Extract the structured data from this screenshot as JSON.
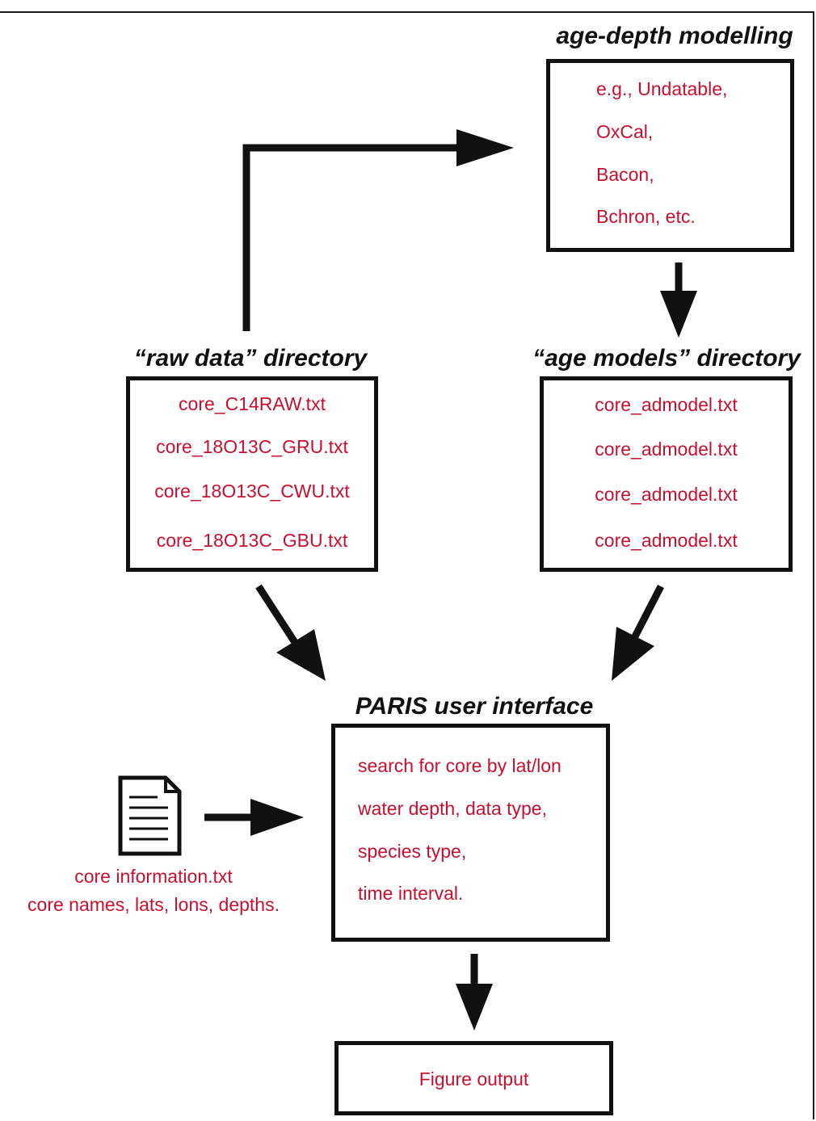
{
  "age_depth": {
    "title": "age-depth modelling",
    "items": [
      "e.g., Undatable,",
      "OxCal,",
      "Bacon,",
      "Bchron, etc."
    ]
  },
  "raw_data": {
    "title": "“raw data” directory",
    "files": [
      "core_C14RAW.txt",
      "core_18O13C_GRU.txt",
      "core_18O13C_CWU.txt",
      "core_18O13C_GBU.txt"
    ]
  },
  "age_models": {
    "title": "“age models” directory",
    "files": [
      "core_admodel.txt",
      "core_admodel.txt",
      "core_admodel.txt",
      "core_admodel.txt"
    ]
  },
  "paris": {
    "title": "PARIS user interface",
    "items": [
      "search for core by lat/lon",
      "water depth, data type,",
      "species type,",
      "time interval."
    ]
  },
  "core_info": {
    "filename": "core information.txt",
    "description": "core names, lats, lons, depths.",
    "icon": "document-icon"
  },
  "figure_output": {
    "label": "Figure output"
  },
  "colors": {
    "text_red": "#c8102e",
    "stroke": "#111111"
  }
}
